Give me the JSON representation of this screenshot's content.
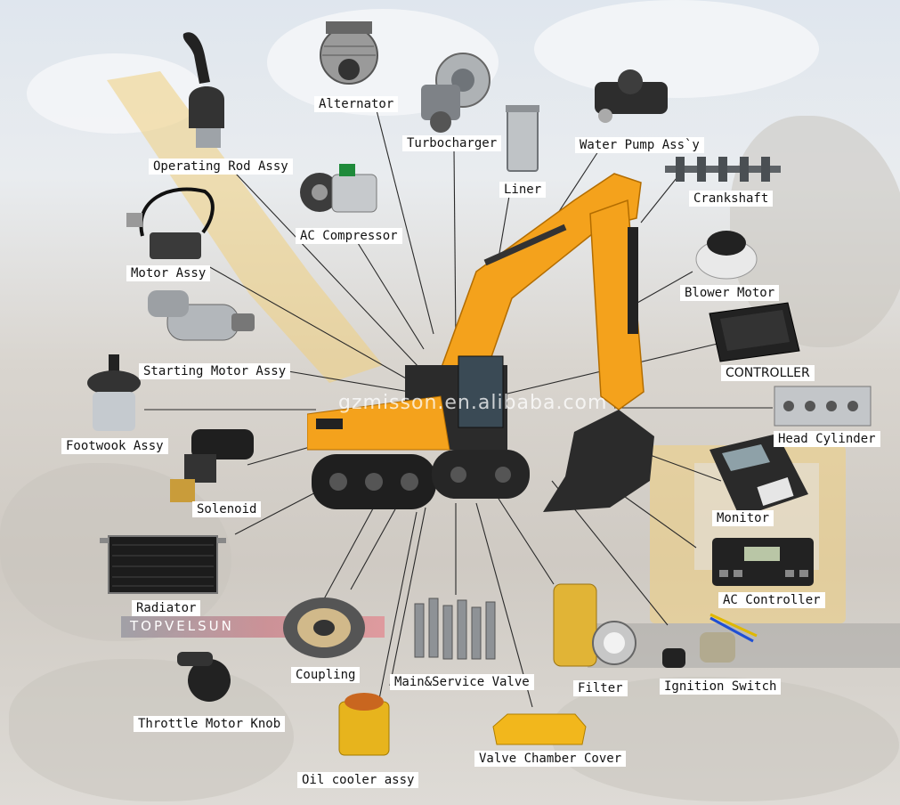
{
  "diagram": {
    "watermark": "gzmisson.en.alibaba.com",
    "brand": "TOPVELSUN",
    "part_labels": {
      "alternator": "Alternator",
      "turbocharger": "Turbocharger",
      "liner": "Liner",
      "water_pump": "Water Pump Ass`y",
      "operating_rod": "Operating Rod Assy",
      "crankshaft": "Crankshaft",
      "ac_compressor": "AC Compressor",
      "motor_assy": "Motor Assy",
      "blower_motor": "Blower Motor",
      "starting_motor": "Starting Motor Assy",
      "controller": "CONTROLLER",
      "footwook": "Footwook Assy",
      "head_cylinder": "Head Cylinder",
      "solenoid": "Solenoid",
      "monitor": "Monitor",
      "radiator": "Radiator",
      "ac_controller": "AC Controller",
      "coupling": "Coupling",
      "main_service_valve": "Main&Service Valve",
      "filter": "Filter",
      "ignition_switch": "Ignition Switch",
      "throttle_motor_knob": "Throttle Motor Knob",
      "valve_chamber_cover": "Valve Chamber Cover",
      "oil_cooler": "Oil cooler assy"
    },
    "colors": {
      "excavator_yellow": "#f4a21c",
      "excavator_dark": "#2b2b2b",
      "label_bg": "#ffffff",
      "leader": "#2a2a2a"
    },
    "icons": [
      "alternator-icon",
      "turbocharger-icon",
      "liner-icon",
      "water-pump-icon",
      "joystick-icon",
      "crankshaft-icon",
      "compressor-icon",
      "motor-assy-icon",
      "blower-motor-icon",
      "starter-motor-icon",
      "controller-icon",
      "footwook-icon",
      "head-cylinder-icon",
      "solenoid-icon",
      "monitor-icon",
      "radiator-icon",
      "ac-controller-icon",
      "coupling-icon",
      "valve-icon",
      "filter-icon",
      "ignition-switch-icon",
      "throttle-knob-icon",
      "valve-cover-icon",
      "oil-cooler-icon",
      "excavator-icon"
    ]
  }
}
